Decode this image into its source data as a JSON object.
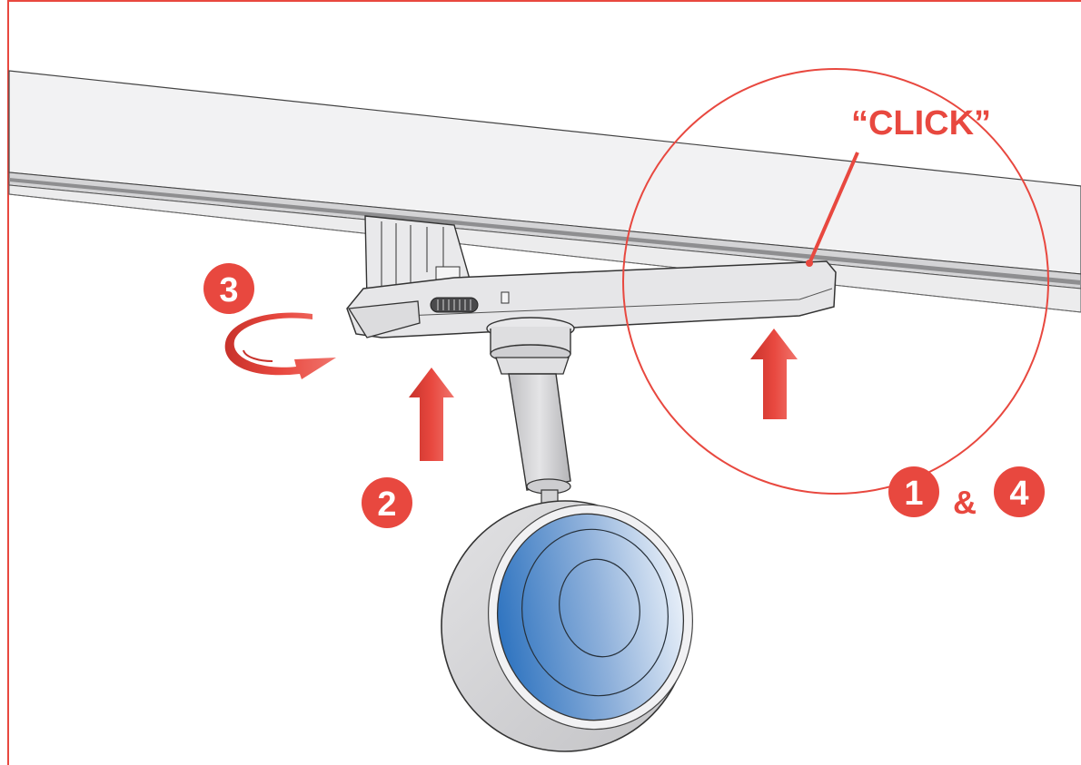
{
  "colors": {
    "accent": "#e8483f",
    "rail": "#f2f2f3",
    "rail_slot": "#8e8e90",
    "body_metal": "#d9d9db",
    "lens_blue": "#2f74c0"
  },
  "callout": {
    "label": "“CLICK”"
  },
  "steps": {
    "step_1": "1",
    "step_2": "2",
    "step_3": "3",
    "step_4": "4",
    "connector": "&"
  },
  "icons": {
    "rotate": "curved-rotate-arrow-icon",
    "push_up": "up-arrow-icon"
  }
}
